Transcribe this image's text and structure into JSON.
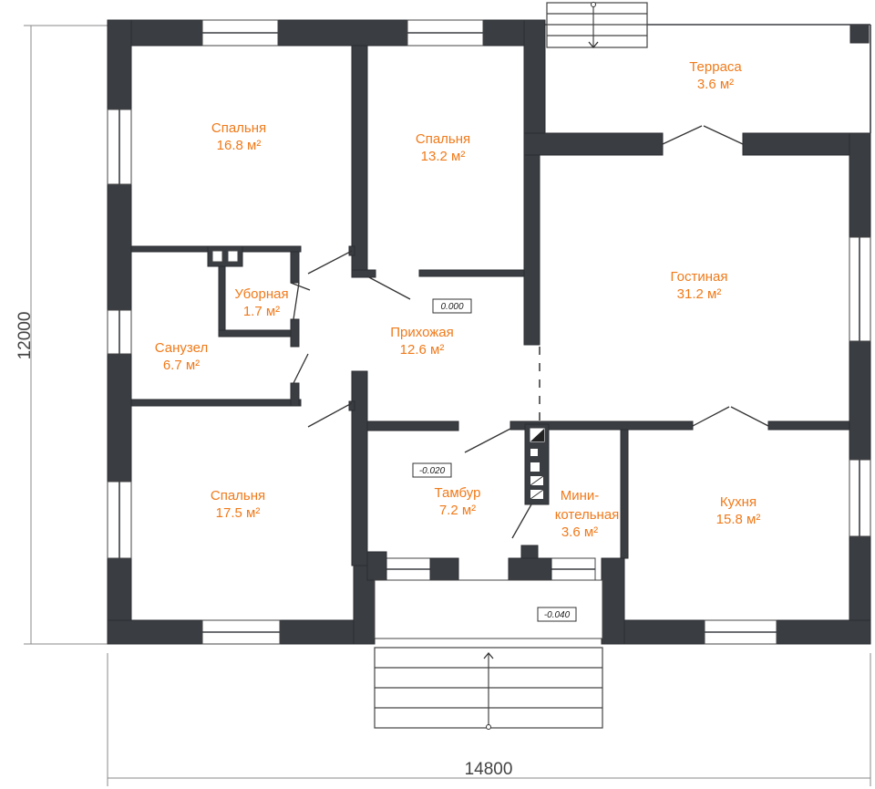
{
  "dimensions": {
    "width": "14800",
    "height": "12000"
  },
  "rooms": [
    {
      "id": "bedroom-1",
      "name": "Спальня",
      "area": "16.8 м²"
    },
    {
      "id": "bedroom-2",
      "name": "Спальня",
      "area": "13.2 м²"
    },
    {
      "id": "terrace",
      "name": "Терраса",
      "area": "3.6 м²"
    },
    {
      "id": "toilet",
      "name": "Уборная",
      "area": "1.7 м²"
    },
    {
      "id": "bathroom",
      "name": "Санузел",
      "area": "6.7 м²"
    },
    {
      "id": "hallway",
      "name": "Прихожая",
      "area": "12.6 м²"
    },
    {
      "id": "living-room",
      "name": "Гостиная",
      "area": "31.2 м²"
    },
    {
      "id": "bedroom-3",
      "name": "Спальня",
      "area": "17.5 м²"
    },
    {
      "id": "vestibule",
      "name": "Тамбур",
      "area": "7.2 м²"
    },
    {
      "id": "boiler-room",
      "name": "Мини-\nкотельная",
      "name_line1": "Мини-",
      "name_line2": "котельная",
      "area": "3.6 м²"
    },
    {
      "id": "kitchen",
      "name": "Кухня",
      "area": "15.8 м²"
    }
  ],
  "levels": {
    "hallway": "0.000",
    "vestibule": "-0.020",
    "porch": "-0.040"
  },
  "colors": {
    "wall": "#3a3d42",
    "label": "#f07a1a"
  }
}
